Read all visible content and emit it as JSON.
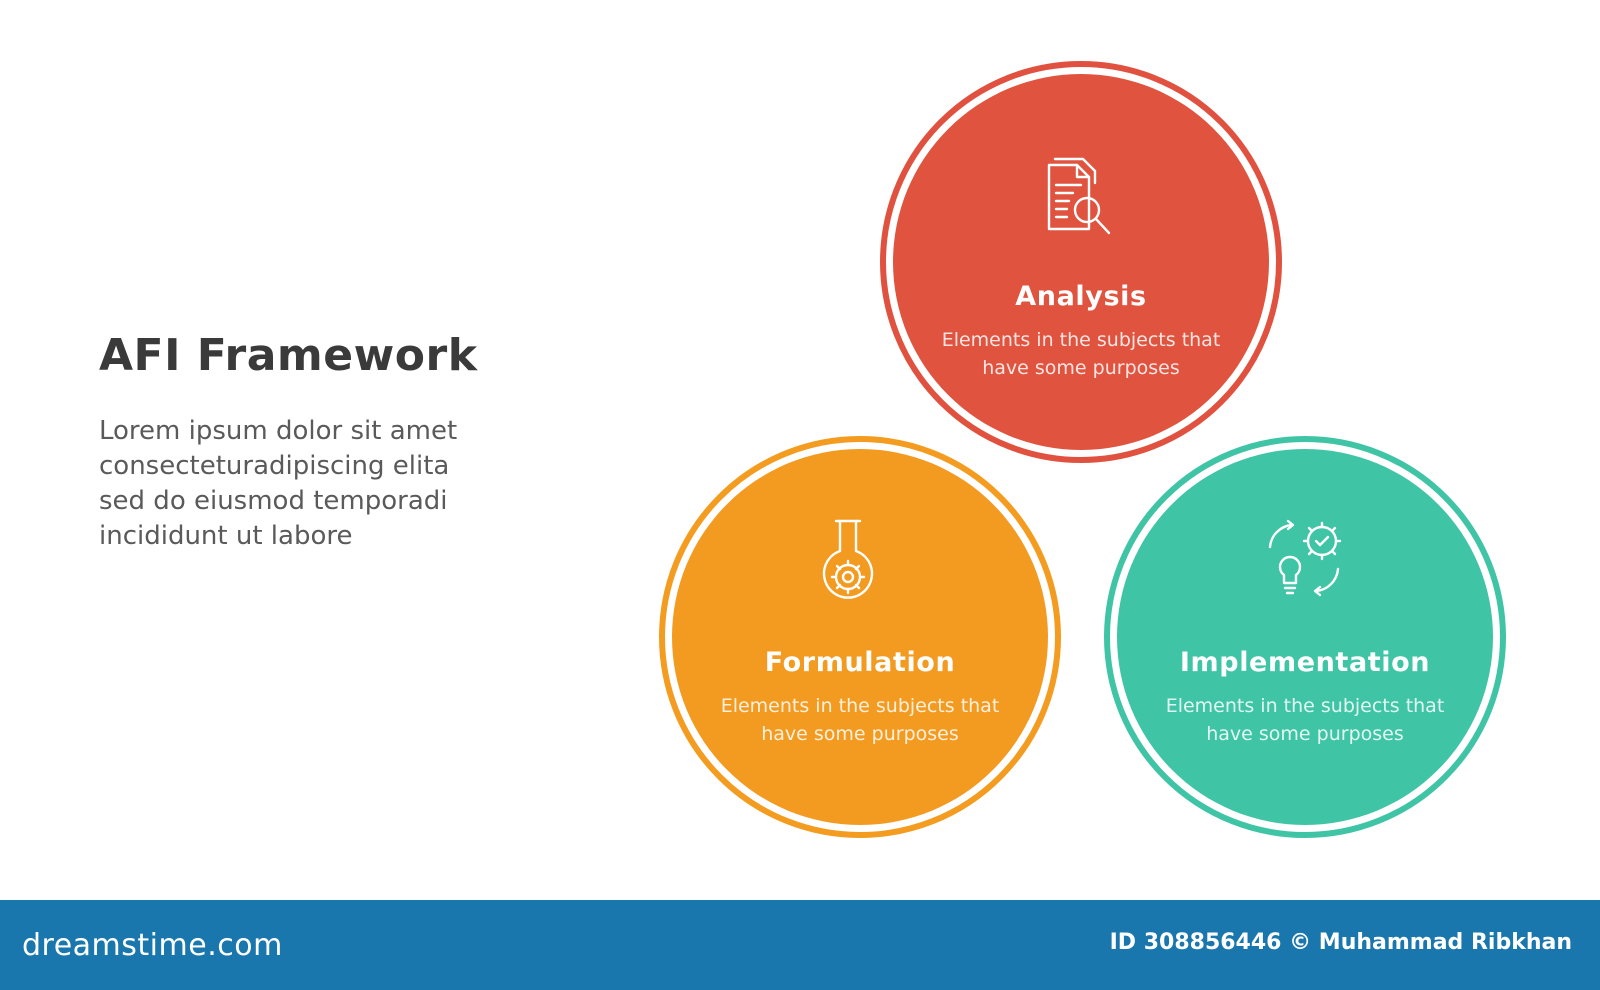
{
  "header": {
    "title": "AFI Framework",
    "body_lines": [
      "Lorem ipsum dolor sit amet",
      "consecteturadipiscing elita",
      "sed do eiusmod temporadi",
      "incididunt ut labore"
    ]
  },
  "nodes": [
    {
      "title": "Analysis",
      "desc_lines": [
        "Elements in the subjects that",
        "have  some purposes"
      ],
      "icon": "document-search-icon",
      "color": "#e0533f"
    },
    {
      "title": "Formulation",
      "desc_lines": [
        "Elements in the subjects that",
        "have  some purposes"
      ],
      "icon": "flask-gear-icon",
      "color": "#f39b20"
    },
    {
      "title": "Implementation",
      "desc_lines": [
        "Elements in the subjects that",
        "have  some purposes"
      ],
      "icon": "idea-gear-cycle-icon",
      "color": "#3fc5a6"
    }
  ],
  "footer": {
    "logo": "dreamstime.com",
    "credit": "ID 308856446 © Muhammad Ribkhan",
    "color": "#1a77ad"
  }
}
